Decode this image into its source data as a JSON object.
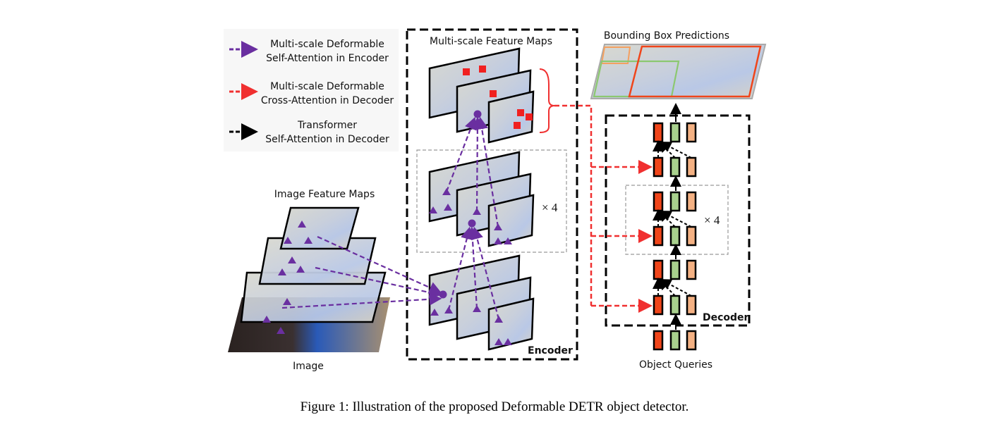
{
  "legend": {
    "items": [
      {
        "line1": "Multi-scale Deformable",
        "line2": "Self-Attention in Encoder",
        "color": "#6a2fa0"
      },
      {
        "line1": "Multi-scale Deformable",
        "line2": "Cross-Attention in Decoder",
        "color": "#f03030"
      },
      {
        "line1": "Transformer",
        "line2": "Self-Attention in Decoder",
        "color": "#000000"
      }
    ]
  },
  "labels": {
    "image": "Image",
    "image_feature_maps": "Image Feature Maps",
    "multi_scale_feature_maps": "Multi-scale Feature Maps",
    "encoder": "Encoder",
    "decoder": "Decoder",
    "bounding_box_predictions": "Bounding Box Predictions",
    "object_queries": "Object Queries",
    "encoder_repeat": "× 4",
    "decoder_repeat": "× 4"
  },
  "colors": {
    "query_red": "#f0451a",
    "query_green": "#a8d08d",
    "query_orange": "#f4b183",
    "sampling_point": "#6a2fa0",
    "reference_square": "#f02020"
  },
  "caption": "Figure 1: Illustration of the proposed Deformable DETR object detector."
}
